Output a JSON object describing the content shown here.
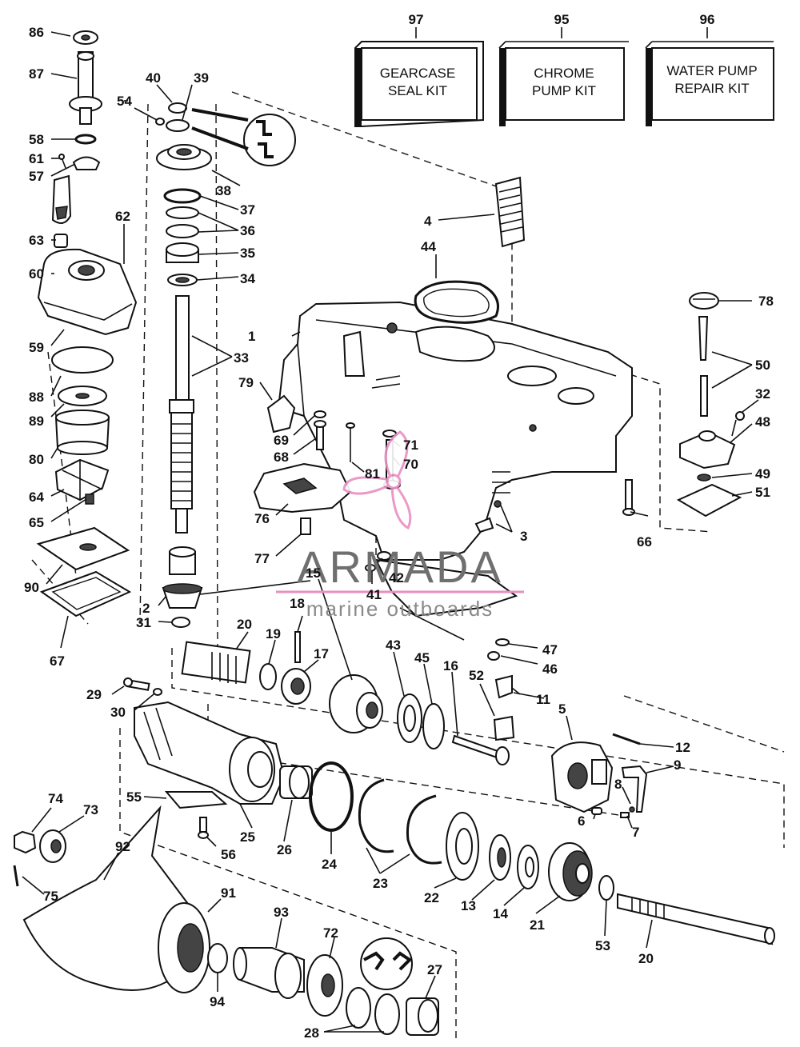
{
  "kits": [
    {
      "number": "97",
      "line1": "GEARCASE",
      "line2": "SEAL KIT"
    },
    {
      "number": "95",
      "line1": "CHROME",
      "line2": "PUMP KIT"
    },
    {
      "number": "96",
      "line1": "WATER PUMP",
      "line2": "REPAIR KIT"
    }
  ],
  "watermark": {
    "name": "ARMADA",
    "tagline": "marine outboards",
    "accent_color": "#e98fc0"
  },
  "callouts": {
    "c1": "1",
    "c2": "2",
    "c3": "3",
    "c4": "4",
    "c5": "5",
    "c6": "6",
    "c7": "7",
    "c8": "8",
    "c9": "9",
    "c11": "11",
    "c12": "12",
    "c13": "13",
    "c14": "14",
    "c15": "15",
    "c16": "16",
    "c17": "17",
    "c18": "18",
    "c19": "19",
    "c20a": "20",
    "c20b": "20",
    "c21": "21",
    "c22": "22",
    "c23": "23",
    "c24": "24",
    "c25": "25",
    "c26": "26",
    "c27": "27",
    "c28": "28",
    "c29": "29",
    "c30": "30",
    "c31": "31",
    "c32": "32",
    "c33": "33",
    "c34": "34",
    "c35": "35",
    "c36": "36",
    "c37": "37",
    "c38": "38",
    "c39": "39",
    "c40": "40",
    "c41": "41",
    "c42": "42",
    "c43": "43",
    "c44": "44",
    "c45": "45",
    "c46": "46",
    "c47": "47",
    "c48": "48",
    "c49": "49",
    "c50": "50",
    "c51": "51",
    "c52": "52",
    "c53": "53",
    "c54": "54",
    "c55": "55",
    "c56": "56",
    "c57": "57",
    "c58": "58",
    "c59": "59",
    "c60": "60",
    "c61": "61",
    "c62": "62",
    "c63": "63",
    "c64": "64",
    "c65": "65",
    "c66": "66",
    "c67": "67",
    "c68": "68",
    "c69": "69",
    "c70": "70",
    "c71": "71",
    "c72": "72",
    "c73": "73",
    "c74": "74",
    "c75": "75",
    "c76": "76",
    "c77": "77",
    "c78": "78",
    "c79": "79",
    "c80": "80",
    "c81": "81",
    "c86": "86",
    "c87": "87",
    "c88": "88",
    "c89": "89",
    "c90": "90",
    "c91": "91",
    "c92": "92",
    "c93": "93",
    "c94": "94"
  }
}
